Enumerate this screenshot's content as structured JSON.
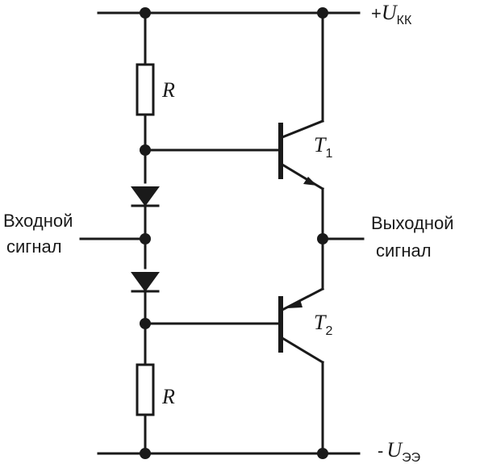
{
  "supply": {
    "positive_prefix": "+",
    "positive_symbol": "U",
    "positive_sub": "КК",
    "negative_prefix": "-",
    "negative_symbol": "U",
    "negative_sub": "ЭЭ"
  },
  "resistors": {
    "top_label": "R",
    "bottom_label": "R"
  },
  "transistors": {
    "t1_symbol": "T",
    "t1_sub": "1",
    "t2_symbol": "T",
    "t2_sub": "2"
  },
  "signals": {
    "input_line1": "Входной",
    "input_line2": "сигнал",
    "output_line1": "Выходной",
    "output_line2": "сигнал"
  }
}
